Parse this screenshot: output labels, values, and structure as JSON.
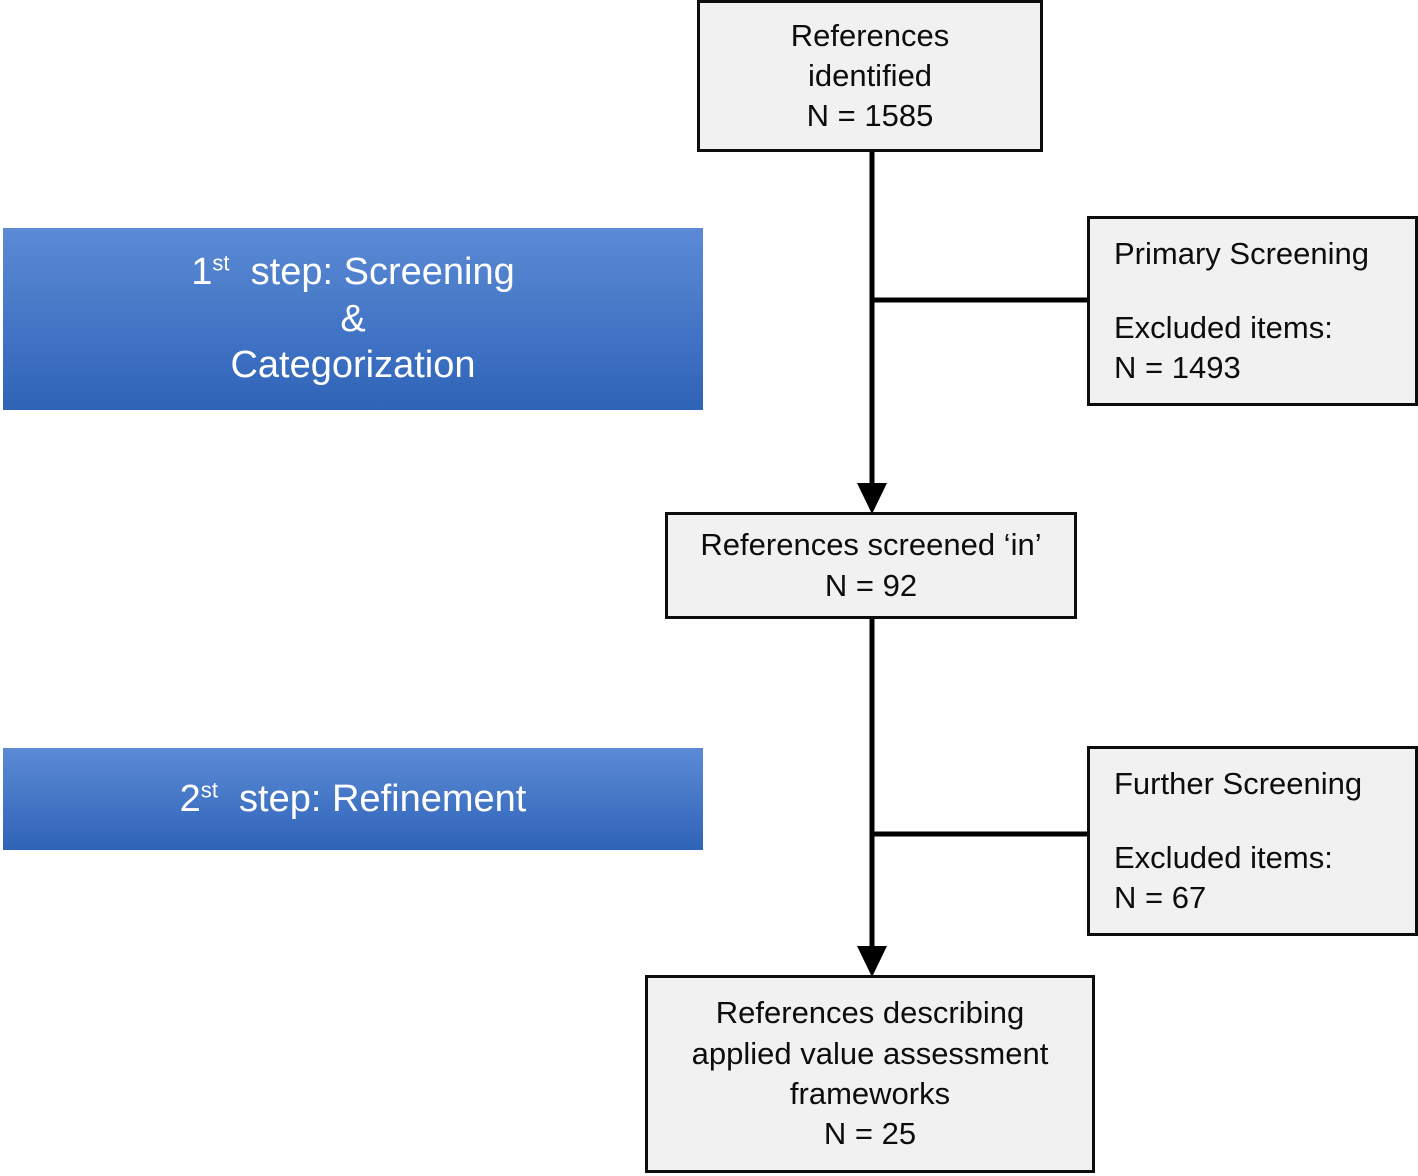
{
  "diagram": {
    "title": "Literature screening flow diagram",
    "type": "flowchart",
    "colors": {
      "box_fill": "#f1f1f1",
      "box_border": "#0d0d0d",
      "banner_gradient_top": "#5c8ad6",
      "banner_gradient_bottom": "#2f63b6",
      "banner_text": "#ffffff",
      "connector": "#000000"
    },
    "nodes": [
      {
        "id": "references-identified",
        "name": "references-identified-box",
        "align": "centered",
        "lines": [
          "References",
          "identified",
          "N = 1585"
        ]
      },
      {
        "id": "primary-screening",
        "name": "primary-screening-exclusion-box",
        "align": "lefted",
        "lines": [
          "Primary Screening",
          "",
          "Excluded items:",
          "N = 1493"
        ]
      },
      {
        "id": "references-screened-in",
        "name": "references-screened-in-box",
        "align": "centered",
        "lines": [
          "References screened ‘in’",
          "N = 92"
        ]
      },
      {
        "id": "further-screening",
        "name": "further-screening-exclusion-box",
        "align": "lefted",
        "lines": [
          "Further Screening",
          "",
          "Excluded items:",
          "N = 67"
        ]
      },
      {
        "id": "references-frameworks",
        "name": "references-frameworks-box",
        "align": "centered",
        "lines": [
          "References describing",
          "applied value assessment",
          "frameworks",
          "N = 25"
        ]
      }
    ],
    "banners": [
      {
        "id": "step-1",
        "name": "step-1-banner",
        "lines": [
          {
            "prefix": "1",
            "sup": "st",
            "suffix": "  step: Screening"
          },
          {
            "prefix": "",
            "sup": "",
            "suffix": "&"
          },
          {
            "prefix": "",
            "sup": "",
            "suffix": "Categorization"
          }
        ]
      },
      {
        "id": "step-2",
        "name": "step-2-banner",
        "lines": [
          {
            "prefix": "2",
            "sup": "st",
            "suffix": "  step: Refinement"
          }
        ]
      }
    ]
  }
}
